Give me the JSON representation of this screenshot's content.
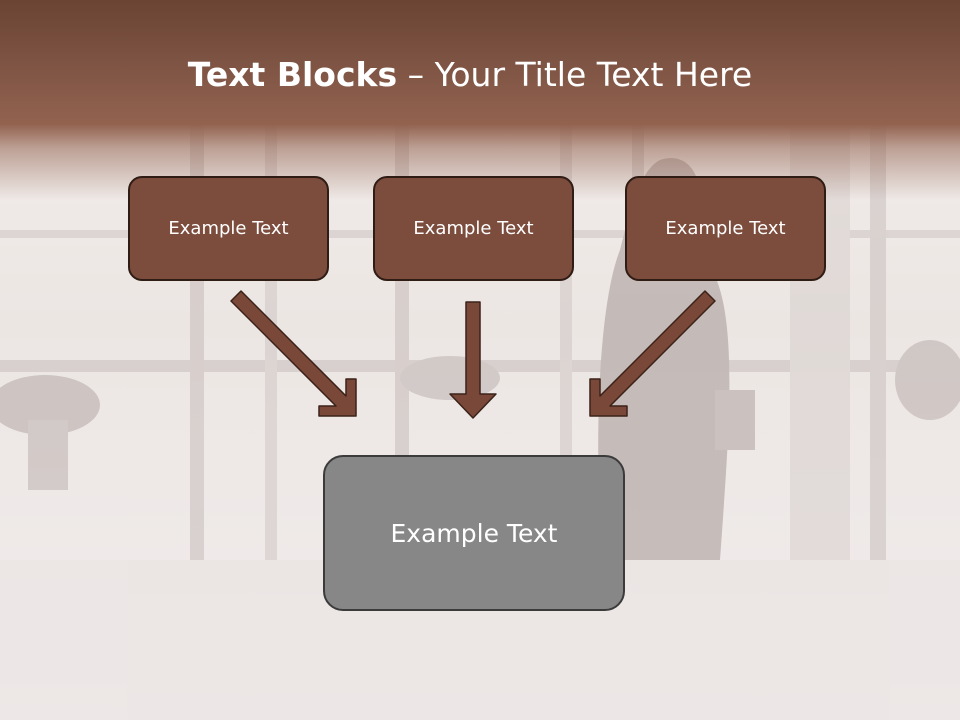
{
  "title": {
    "bold": "Text Blocks",
    "rest": " – Your Title Text Here"
  },
  "blocks": [
    {
      "label": "Example Text"
    },
    {
      "label": "Example Text"
    },
    {
      "label": "Example Text"
    }
  ],
  "target": {
    "label": "Example Text"
  },
  "colors": {
    "header": "#7d5343",
    "block_fill": "#7c4c3d",
    "block_border": "#2f1c14",
    "target_fill": "#878787",
    "arrow_fill": "#7a4838"
  }
}
